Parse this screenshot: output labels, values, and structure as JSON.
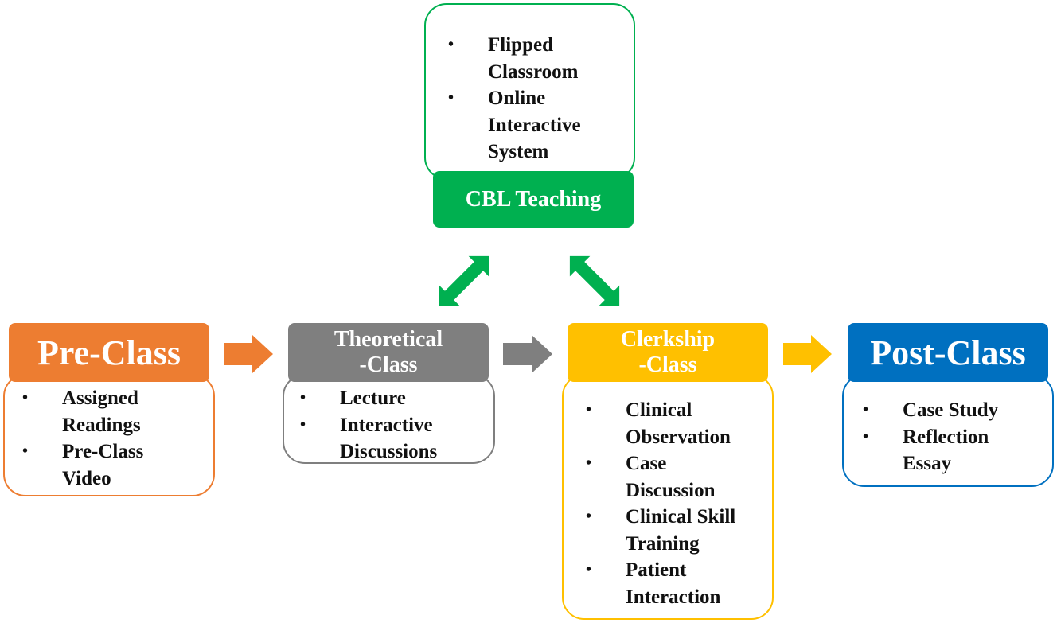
{
  "colors": {
    "green": "#00b050",
    "orange": "#ed7d31",
    "gray": "#7f7f7f",
    "yellow": "#ffc000",
    "blue": "#0070c0"
  },
  "cbl": {
    "title": "CBL Teaching",
    "items": [
      "Flipped Classroom",
      "Online Interactive System"
    ]
  },
  "pre_class": {
    "title": "Pre-Class",
    "items": [
      "Assigned Readings",
      "Pre-Class Video"
    ]
  },
  "theoretical": {
    "title_line1": "Theoretical",
    "title_line2": "-Class",
    "items": [
      "Lecture",
      "Interactive Discussions"
    ]
  },
  "clerkship": {
    "title_line1": "Clerkship",
    "title_line2": "-Class",
    "items": [
      "Clinical Observation",
      "Case Discussion",
      "Clinical Skill Training",
      "Patient Interaction"
    ]
  },
  "post_class": {
    "title": "Post-Class",
    "items": [
      "Case Study",
      "Reflection Essay"
    ]
  }
}
